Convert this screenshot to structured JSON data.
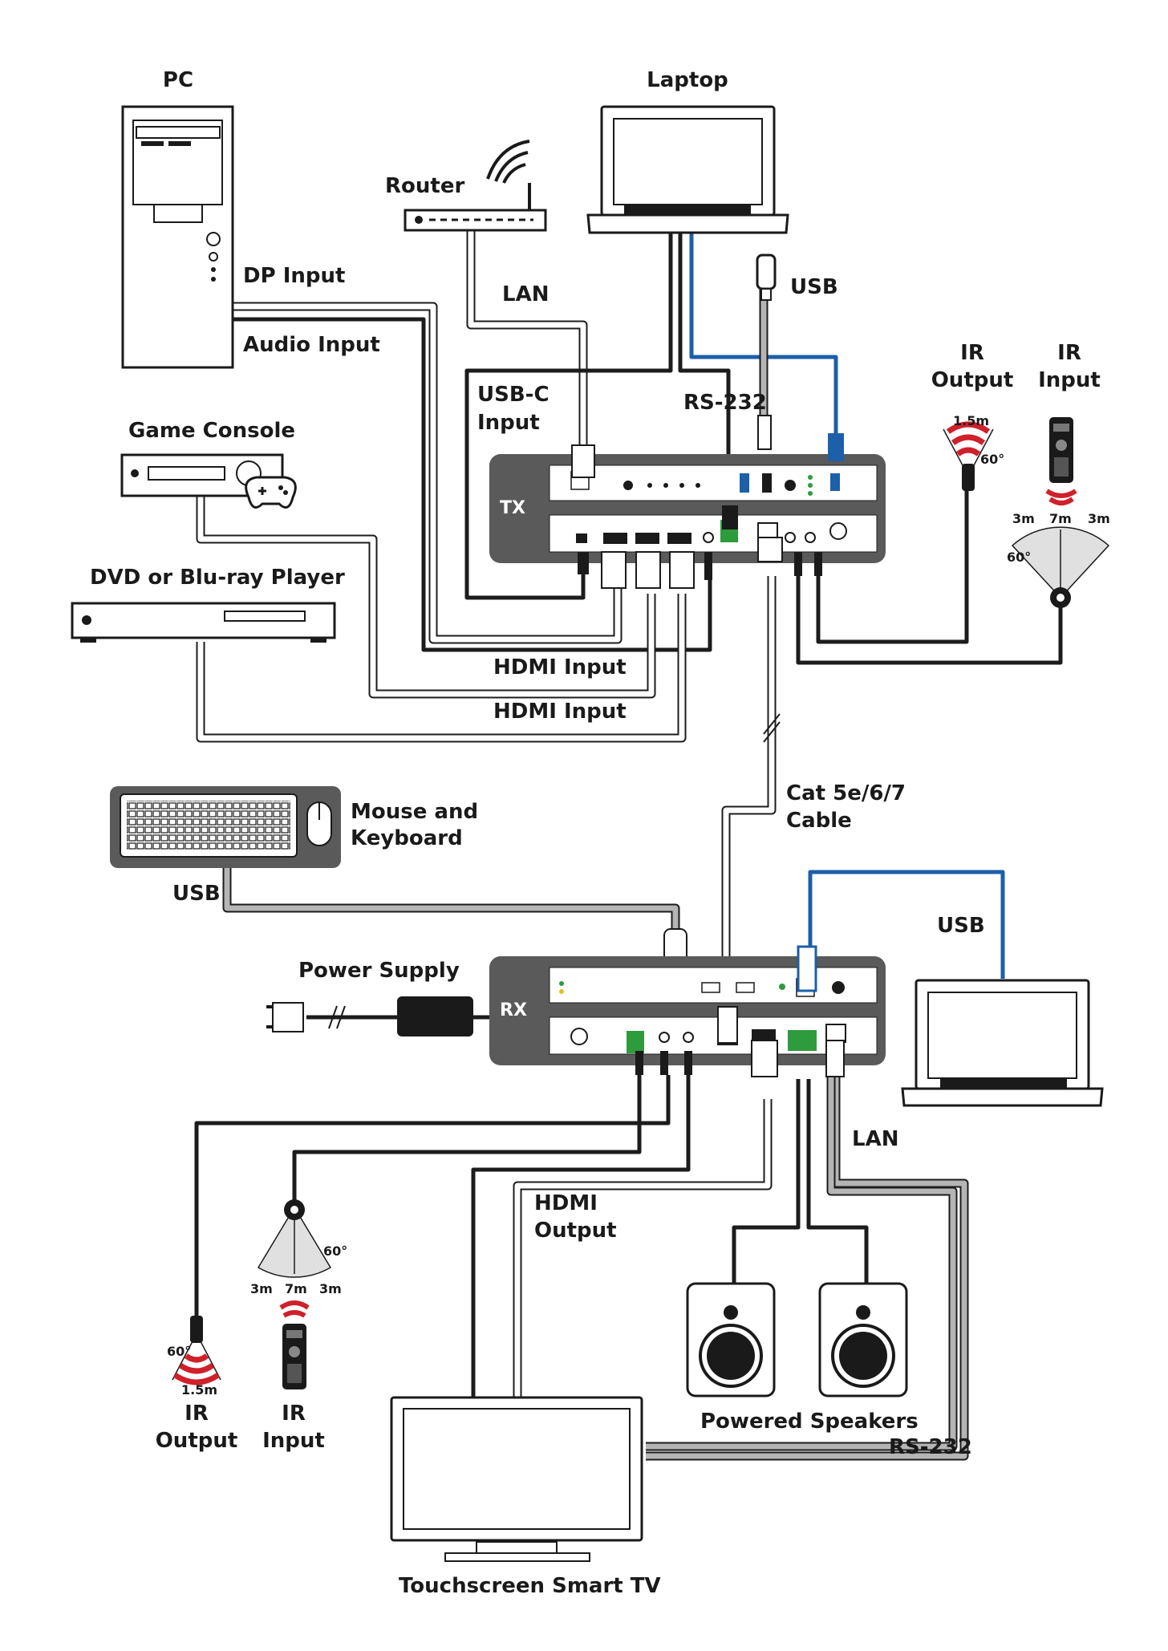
{
  "labels": {
    "pc": "PC",
    "laptop_top": "Laptop",
    "router": "Router",
    "lan_top": "LAN",
    "usb_top": "USB",
    "dp_input": "DP Input",
    "audio_input": "Audio Input",
    "usbc_input_1": "USB-C",
    "usbc_input_2": "Input",
    "rs232_top": "RS-232",
    "ir_output_top_1": "IR",
    "ir_output_top_2": "Output",
    "ir_input_top_1": "IR",
    "ir_input_top_2": "Input",
    "game_console": "Game Console",
    "dvd_player": "DVD or Blu-ray Player",
    "hdmi_input_1": "HDMI Input",
    "hdmi_input_2": "HDMI Input",
    "tx": "TX",
    "cat_cable_1": "Cat 5e/6/7",
    "cat_cable_2": "Cable",
    "mouse_keyboard_1": "Mouse and",
    "mouse_keyboard_2": "Keyboard",
    "usb_left": "USB",
    "power_supply": "Power Supply",
    "rx": "RX",
    "usb_right": "USB",
    "lan_bottom": "LAN",
    "hdmi_output_1": "HDMI",
    "hdmi_output_2": "Output",
    "ir_output_bottom_1": "IR",
    "ir_output_bottom_2": "Output",
    "ir_input_bottom_1": "IR",
    "ir_input_bottom_2": "Input",
    "powered_speakers": "Powered Speakers",
    "rs232_bottom": "RS-232",
    "touchscreen_tv": "Touchscreen Smart TV"
  },
  "ir_specs": {
    "out_top_range": "1.5m",
    "out_top_angle": "60°",
    "in_top_left": "3m",
    "in_top_mid": "7m",
    "in_top_right": "3m",
    "in_top_angle": "60°",
    "in_bottom_angle": "60°",
    "in_bottom_left": "3m",
    "in_bottom_mid": "7m",
    "in_bottom_right": "3m",
    "out_bottom_angle": "60°",
    "out_bottom_range": "1.5m"
  },
  "colors": {
    "unit_body": "#5a5a5a",
    "usb_cable": "#1d5fa8",
    "ir_signal": "#d0202a",
    "terminal_green": "#2e9b3c"
  }
}
